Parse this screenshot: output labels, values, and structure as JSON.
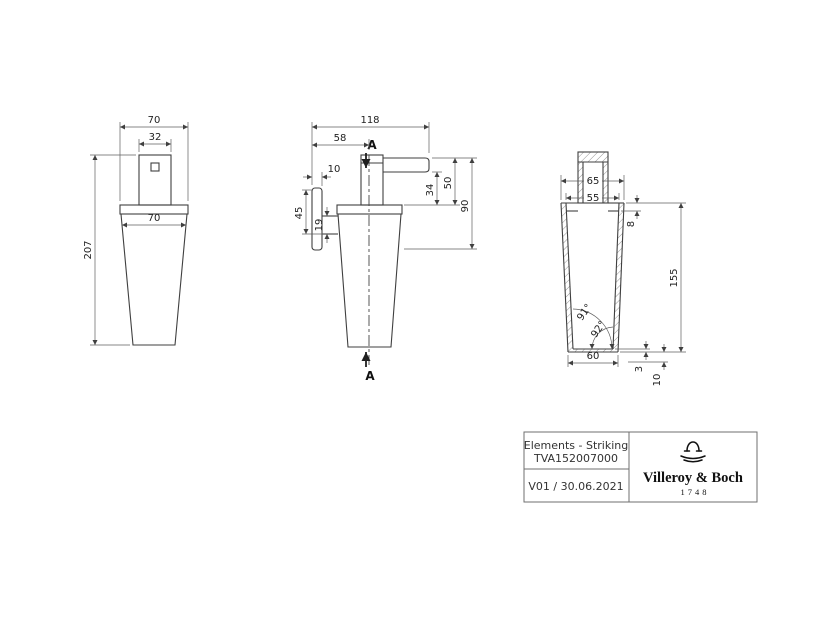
{
  "drawing": {
    "front": {
      "dim_top_width": "70",
      "dim_pump_width": "32",
      "dim_body_top_width": "70",
      "dim_height": "207"
    },
    "side": {
      "dim_total_depth": "118",
      "dim_wall_to_section": "58",
      "dim_plate_thickness": "10",
      "dim_bracket_height": "45",
      "dim_hook_height": "19",
      "dim_spout_bottom_to_body": "34",
      "dim_spout_top_to_body": "50",
      "dim_overall_height": "90",
      "section_label_top": "A",
      "section_label_bottom": "A"
    },
    "section": {
      "dim_outer_width": "65",
      "dim_inner_width": "55",
      "dim_rim_height": "8",
      "dim_body_height": "155",
      "dim_angle_left": "91°",
      "dim_angle_right": "92°",
      "dim_bottom_width": "60",
      "dim_base_thickness": "3",
      "dim_base_offset": "10"
    }
  },
  "title_block": {
    "series": "Elements - Striking",
    "article_no": "TVA152007000",
    "version_date": "V01 / 30.06.2021",
    "brand_name": "Villeroy & Boch",
    "brand_year": "1748"
  },
  "icons": {
    "brand_mark": "villeroy-boch-mark-icon"
  }
}
